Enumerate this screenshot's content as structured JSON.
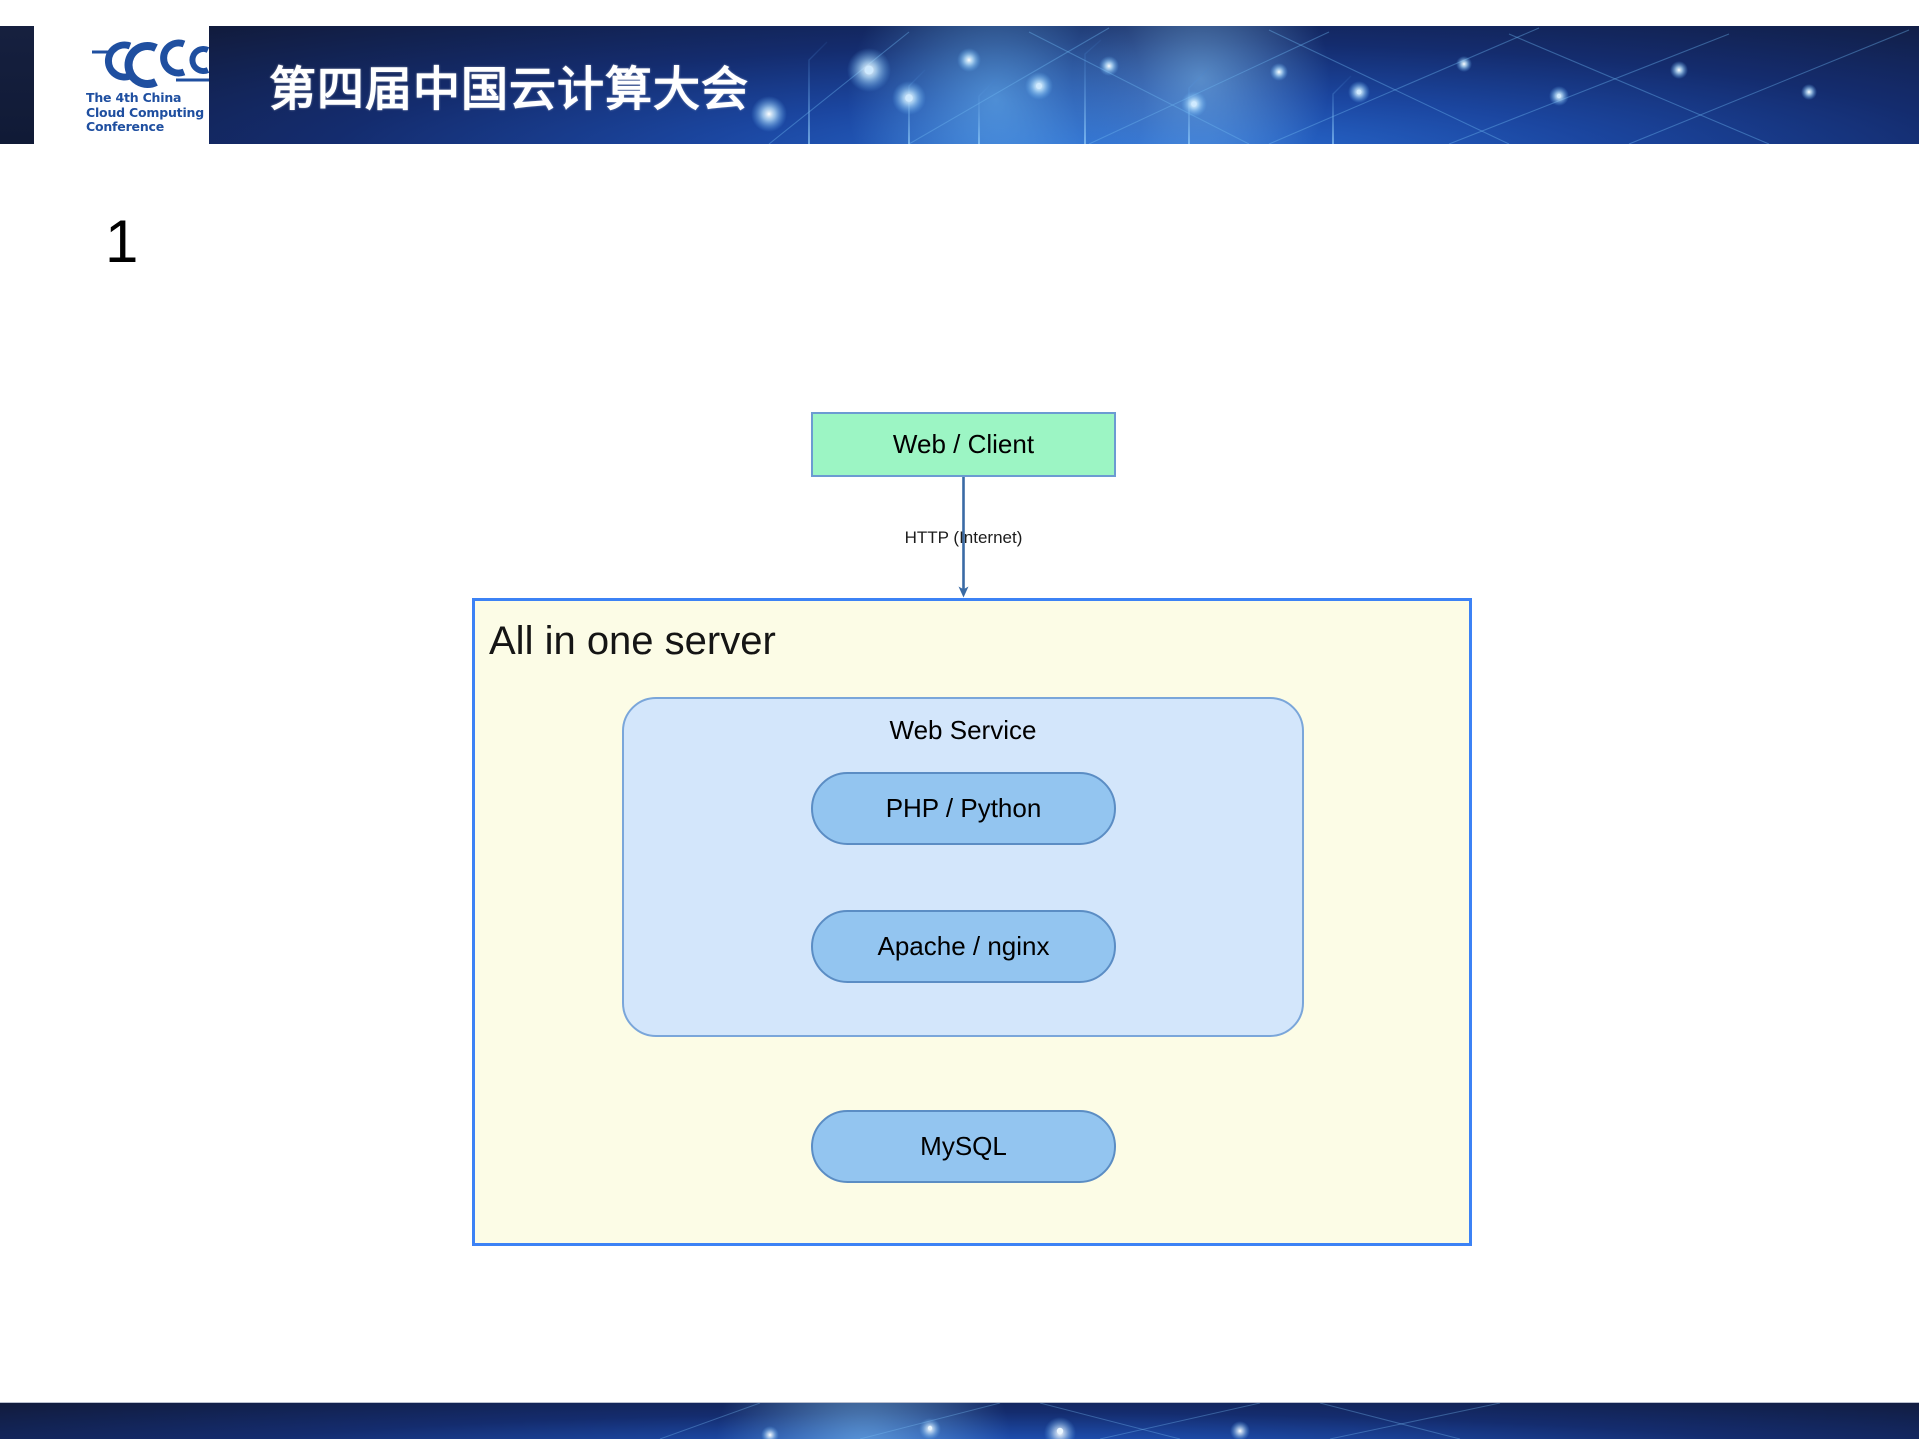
{
  "header": {
    "title": "第四届中国云计算大会",
    "logo": {
      "mark_alt": "ccCc-logo-icon",
      "line1": "The 4th China",
      "line2": "Cloud Computing",
      "line3": "Conference"
    },
    "colors": {
      "navy": "#131E3C",
      "banner_blue": "#1b46a0",
      "logo_blue": "#1f4fa0"
    }
  },
  "slide": {
    "number": "1"
  },
  "diagram": {
    "type": "flowchart",
    "nodes": {
      "web_client": {
        "label": "Web / Client",
        "fill": "#9CF5C4",
        "stroke": "#6C9BD2",
        "shape": "rect"
      },
      "all_in_one": {
        "label": "All in one server",
        "fill": "#FCFCE6",
        "stroke": "#3C82F5",
        "shape": "rect"
      },
      "web_service": {
        "label": "Web Service",
        "fill": "#D3E6FB",
        "stroke": "#7AA6DA",
        "shape": "rounded-rect"
      },
      "php_python": {
        "label": "PHP / Python",
        "fill": "#93C5F0",
        "stroke": "#5B8DC4",
        "shape": "pill"
      },
      "apache_nginx": {
        "label": "Apache / nginx",
        "fill": "#93C5F0",
        "stroke": "#5B8DC4",
        "shape": "pill"
      },
      "mysql": {
        "label": "MySQL",
        "fill": "#93C5F0",
        "stroke": "#5B8DC4",
        "shape": "pill"
      }
    },
    "edges": [
      {
        "from": "web_client",
        "to": "all_in_one",
        "label": "HTTP (Internet)"
      },
      {
        "from": "php_python",
        "to": "apache_nginx",
        "label": ""
      },
      {
        "from": "web_service",
        "to": "mysql",
        "label": ""
      }
    ],
    "edge_color": "#3A6BA5"
  },
  "footer": {
    "decoration": "circuit-pattern"
  }
}
